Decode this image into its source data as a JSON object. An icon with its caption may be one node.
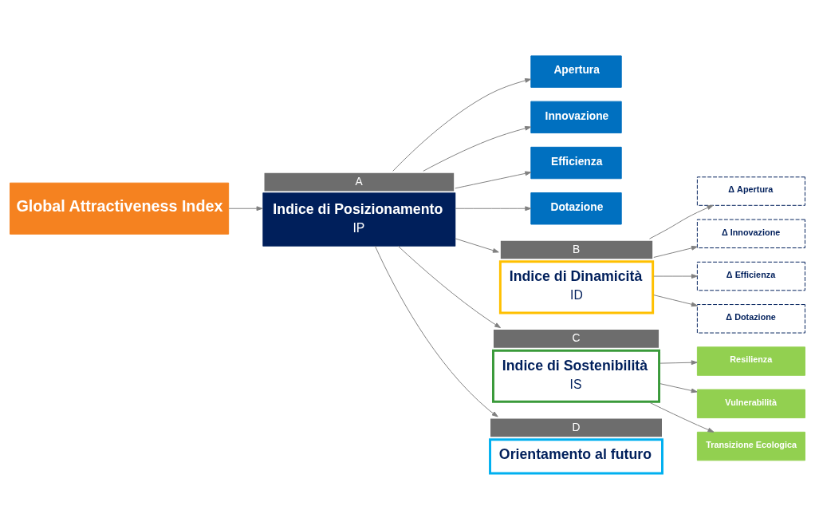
{
  "diagram": {
    "nodes": [
      {
        "text": [
          "Global Attractiveness Index"
        ]
      },
      {
        "text": [
          "A",
          "Indice di Posizionamento",
          "IP"
        ]
      },
      {
        "text": [
          "Apertura"
        ]
      },
      {
        "text": [
          "Innovazione"
        ]
      },
      {
        "text": [
          "Efficienza"
        ]
      },
      {
        "text": [
          "Dotazione"
        ]
      },
      {
        "text": [
          "B",
          "Indice di Dinamicità",
          "ID"
        ]
      },
      {
        "text": [
          "Δ Apertura"
        ]
      },
      {
        "text": [
          "Δ Innovazione"
        ]
      },
      {
        "text": [
          "Δ Efficienza"
        ]
      },
      {
        "text": [
          "Δ Dotazione"
        ]
      },
      {
        "text": [
          "C",
          "Indice di Sostenibilità",
          "IS"
        ]
      },
      {
        "text": [
          "Resilienza"
        ]
      },
      {
        "text": [
          "Vulnerabilità"
        ]
      },
      {
        "text": [
          "Transizione Ecologica"
        ]
      },
      {
        "text": [
          "D",
          "Orientamento al futuro"
        ]
      }
    ],
    "edges": [
      {
        "from": 0,
        "to": 1,
        "arrow": "to"
      },
      {
        "from": 1,
        "to": 2,
        "arrow": "to"
      },
      {
        "from": 1,
        "to": 3,
        "arrow": "to"
      },
      {
        "from": 1,
        "to": 4,
        "arrow": "to"
      },
      {
        "from": 1,
        "to": 5,
        "arrow": "to"
      },
      {
        "from": 1,
        "to": 6,
        "arrow": "to"
      },
      {
        "from": 1,
        "to": 11,
        "arrow": "to"
      },
      {
        "from": 1,
        "to": 15,
        "arrow": "to"
      },
      {
        "from": 6,
        "to": 7,
        "arrow": "to"
      },
      {
        "from": 6,
        "to": 8,
        "arrow": "to"
      },
      {
        "from": 6,
        "to": 9,
        "arrow": "to"
      },
      {
        "from": 6,
        "to": 10,
        "arrow": "to"
      },
      {
        "from": 11,
        "to": 12,
        "arrow": "to"
      },
      {
        "from": 11,
        "to": 13,
        "arrow": "to"
      },
      {
        "from": 11,
        "to": 14,
        "arrow": "to"
      }
    ]
  }
}
